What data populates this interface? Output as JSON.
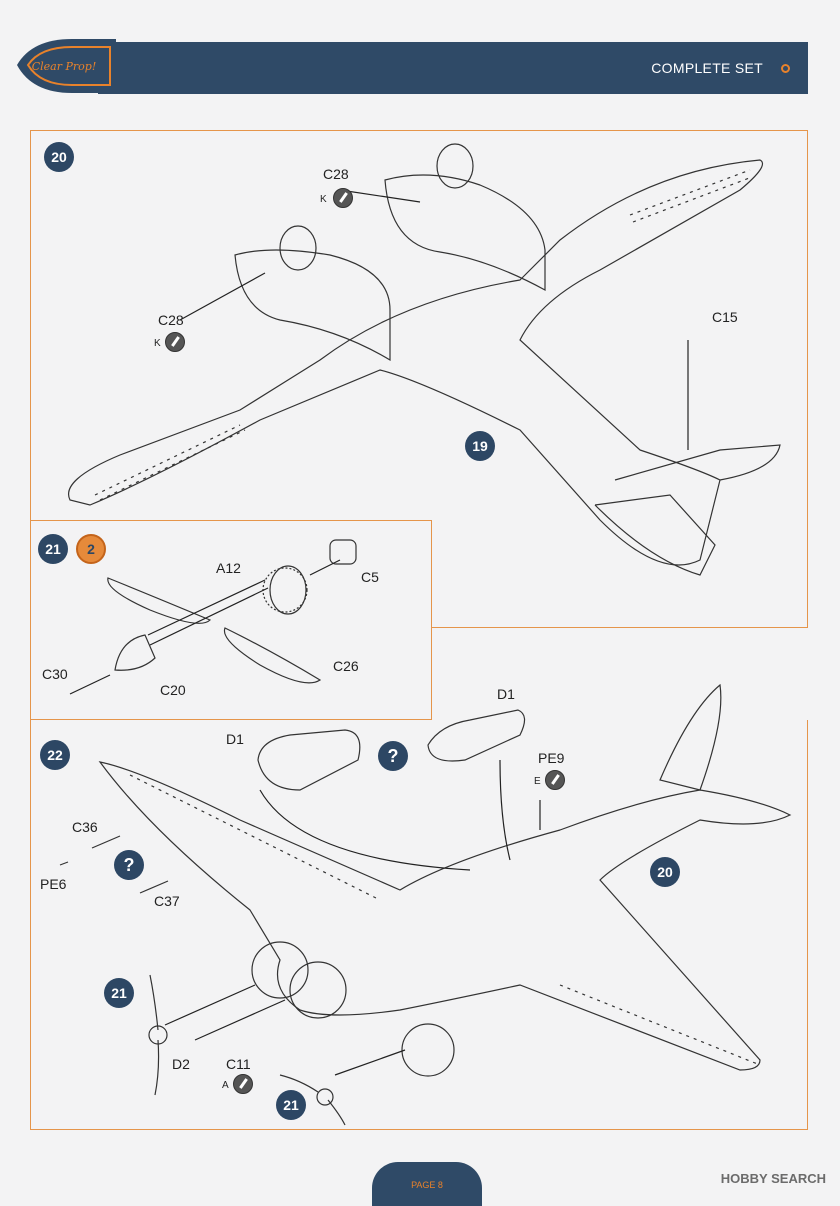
{
  "header": {
    "title": "COMPLETE SET",
    "logo_text": "Clear Prop!"
  },
  "step20": {
    "number": "20",
    "callout_top": {
      "part": "C28",
      "paint": "K"
    },
    "callout_left": {
      "part": "C28",
      "paint": "K"
    },
    "part_c15": "C15",
    "subassembly": "19"
  },
  "step21": {
    "number": "21",
    "sub_step": "2",
    "parts": {
      "a12": "A12",
      "c5": "C5",
      "c30": "C30",
      "c20": "C20",
      "c26": "C26"
    }
  },
  "step22": {
    "number": "22",
    "parts": {
      "d1_left": "D1",
      "d1_right": "D1",
      "pe9": "PE9",
      "pe9_paint": "E",
      "c36": "C36",
      "pe6": "PE6",
      "c37": "C37",
      "d2": "D2",
      "c11": "C11",
      "c11_paint": "A"
    },
    "question_mark": "?",
    "subassembly_20": "20",
    "subassembly_21a": "21",
    "subassembly_21b": "21"
  },
  "footer": {
    "page": "PAGE 8",
    "watermark": "HOBBY SEARCH"
  },
  "colors": {
    "navy": "#2f4a67",
    "orange": "#e5954a",
    "accent": "#e8822b"
  }
}
